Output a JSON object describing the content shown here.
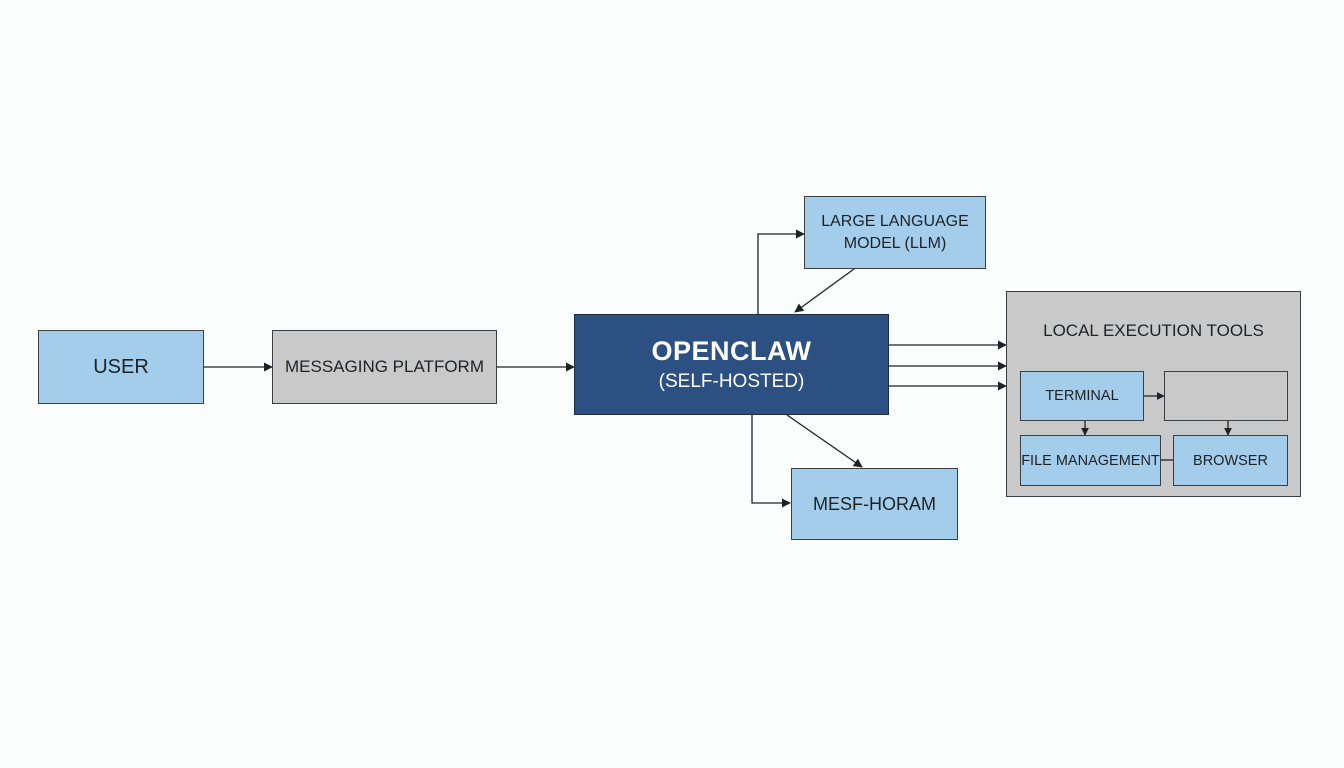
{
  "diagram": {
    "user": "USER",
    "messaging": "MESSAGING PLATFORM",
    "openclaw": {
      "title": "OPENCLAW",
      "subtitle": "(SELF-HOSTED)"
    },
    "llm": {
      "line1": "LARGE LANGUAGE",
      "line2": "MODEL (LLM)"
    },
    "mesf": "MESF-HORAM",
    "tools": {
      "title": "LOCAL EXECUTION TOOLS",
      "terminal": "TERMINAL",
      "empty": "",
      "file_management": "FILE MANAGEMENT",
      "browser": "BROWSER"
    }
  },
  "colors": {
    "light_blue": "#a3cdea",
    "gray": "#c9c9c9",
    "dark_blue": "#2d5082",
    "line": "#1d2226"
  }
}
